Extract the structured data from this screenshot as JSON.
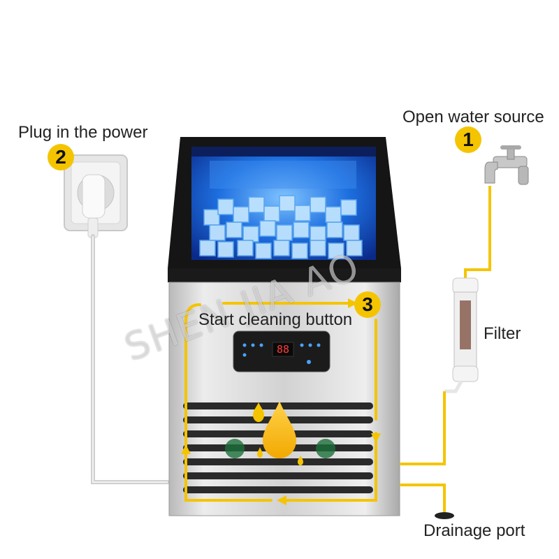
{
  "steps": [
    {
      "number": "1",
      "label": "Open water source"
    },
    {
      "number": "2",
      "label": "Plug in the power"
    },
    {
      "number": "3",
      "label": "Start cleaning button"
    }
  ],
  "labels": {
    "filter": "Filter",
    "drainage": "Drainage port"
  },
  "display": {
    "digits": "88"
  },
  "watermark": "SHEN JIA AO",
  "colors": {
    "accent": "#f5c400",
    "ice_glow": "#1e6fe0",
    "body": "#d9d9d9",
    "frame": "#1a1a1a"
  }
}
